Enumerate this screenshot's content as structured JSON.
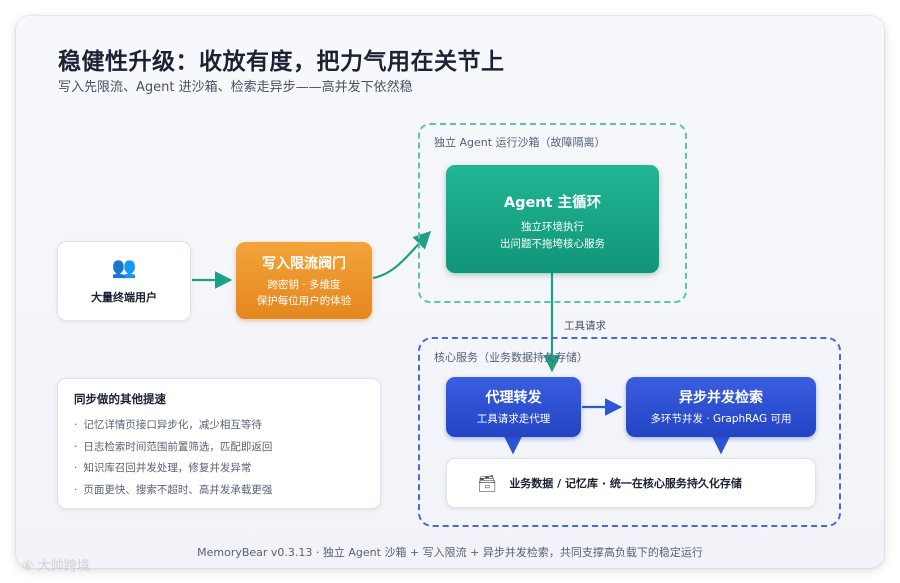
{
  "header": {
    "title": "稳健性升级：收放有度，把力气用在关节上",
    "subtitle": "写入先限流、Agent 进沙箱、检索走异步——高并发下依然稳"
  },
  "nodes": {
    "users": {
      "icon": "users-icon",
      "label": "大量终端用户"
    },
    "throttle": {
      "title": "写入限流阀门",
      "line1": "跨密钥 · 多维度",
      "line2": "保护每位用户的体验"
    },
    "sandbox": {
      "label": "独立 Agent 运行沙箱（故障隔离）"
    },
    "agent": {
      "title": "Agent 主循环",
      "line1": "独立环境执行",
      "line2": "出问题不拖垮核心服务"
    },
    "core": {
      "label": "核心服务（业务数据持久存储）"
    },
    "proxy": {
      "title": "代理转发",
      "sub": "工具请求走代理"
    },
    "search": {
      "title": "异步并发检索",
      "sub": "多环节并发 · GraphRAG 可用"
    },
    "storage": {
      "icon": "server-icon",
      "label": "业务数据 / 记忆库 · 统一在核心服务持久化存储"
    }
  },
  "edges": {
    "tool_request": "工具请求"
  },
  "tips": {
    "title": "同步做的其他提速",
    "items": [
      "记忆详情页接口异步化，减少相互等待",
      "日志检索时间范围前置筛选，匹配即返回",
      "知识库召回并发处理，修复并发异常",
      "页面更快、搜索不超时、高并发承载更强"
    ]
  },
  "footer": "MemoryBear v0.3.13 · 独立 Agent 沙箱 + 写入限流 + 异步并发检索，共同支撑高负载下的稳定运行",
  "watermark": "⑥ 大帅跨境",
  "colors": {
    "orange": "#e99428",
    "teal": "#17a887",
    "blue": "#2e50d4",
    "arrow_teal": "#1e9f86",
    "arrow_blue": "#2d55d8"
  }
}
